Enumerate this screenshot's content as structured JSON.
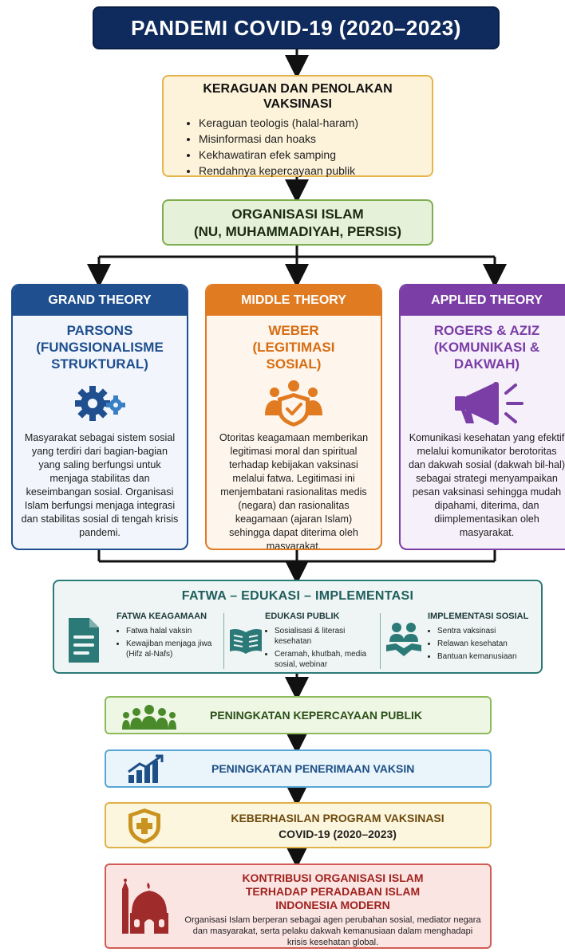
{
  "header": {
    "title": "PANDEMI COVID-19 (2020–2023)"
  },
  "doubt": {
    "title": "KERAGUAN DAN PENOLAKAN VAKSINASI",
    "items": [
      "Keraguan teologis (halal-haram)",
      "Misinformasi dan hoaks",
      "Kekhawatiran efek samping",
      "Rendahnya kepercayaan publik"
    ]
  },
  "organization": {
    "line1": "ORGANISASI ISLAM",
    "line2": "(NU, MUHAMMADIYAH, PERSIS)"
  },
  "theories": {
    "grand": {
      "header": "GRAND THEORY",
      "name": "PARSONS (FUNGSIONALISME STRUKTURAL)",
      "icon": "gears-icon",
      "text": "Masyarakat sebagai sistem sosial yang terdiri dari bagian-bagian yang saling berfungsi untuk menjaga stabilitas dan keseimbangan sosial. Organisasi Islam berfungsi menjaga integrasi dan stabilitas sosial di tengah krisis pandemi."
    },
    "middle": {
      "header": "MIDDLE THEORY",
      "name": "WEBER (LEGITIMASI SOSIAL)",
      "icon": "people-shield-icon",
      "text": "Otoritas keagamaan memberikan legitimasi moral dan spiritual terhadap kebijakan vaksinasi melalui fatwa. Legitimasi ini menjembatani rasionalitas medis (negara) dan rasionalitas keagamaan (ajaran Islam) sehingga dapat diterima oleh masyarakat."
    },
    "applied": {
      "header": "APPLIED THEORY",
      "name": "ROGERS & AZIZ (KOMUNIKASI & DAKWAH)",
      "icon": "megaphone-icon",
      "text": "Komunikasi kesehatan yang efektif melalui komunikator berotoritas dan dakwah sosial (dakwah bil-hal) sebagai strategi menyampaikan pesan vaksinasi sehingga mudah dipahami, diterima, dan diimplementasikan oleh masyarakat."
    }
  },
  "fatwa": {
    "title": "FATWA – EDUKASI – IMPLEMENTASI",
    "columns": [
      {
        "title": "FATWA KEAGAMAAN",
        "icon": "document-icon",
        "items": [
          "Fatwa halal vaksin",
          "Kewajiban menjaga jiwa (Hifz al-Nafs)"
        ]
      },
      {
        "title": "EDUKASI PUBLIK",
        "icon": "book-icon",
        "items": [
          "Sosialisasi & literasi kesehatan",
          "Ceramah, khutbah, media sosial, webinar"
        ]
      },
      {
        "title": "IMPLEMENTASI SOSIAL",
        "icon": "handshake-icon",
        "items": [
          "Sentra vaksinasi",
          "Relawan kesehatan",
          "Bantuan kemanusiaan"
        ]
      }
    ]
  },
  "outcomes": {
    "trust": {
      "label": "PENINGKATAN KEPERCAYAAN PUBLIK",
      "icon": "community-icon"
    },
    "acceptance": {
      "label": "PENINGKATAN PENERIMAAN VAKSIN",
      "icon": "growth-chart-icon"
    },
    "success": {
      "line1": "KEBERHASILAN PROGRAM VAKSINASI",
      "line2": "COVID-19 (2020–2023)",
      "icon": "health-shield-icon"
    },
    "contribution": {
      "title": "KONTRIBUSI ORGANISASI ISLAM TERHADAP PERADABAN ISLAM INDONESIA MODERN",
      "text": "Organisasi Islam berperan sebagai agen perubahan sosial, mediator negara dan masyarakat, serta pelaku dakwah kemanusiaan dalam menghadapi krisis kesehatan global.",
      "icon": "mosque-icon"
    }
  },
  "colors": {
    "navy": "#0f2a5c",
    "grand": "#1f4f8f",
    "middle": "#e07b22",
    "applied": "#7a3ea6",
    "teal": "#2c7a78",
    "green": "#8dbb5c",
    "blue": "#57a7d6",
    "gold": "#dfb24a",
    "red": "#d25c55"
  }
}
